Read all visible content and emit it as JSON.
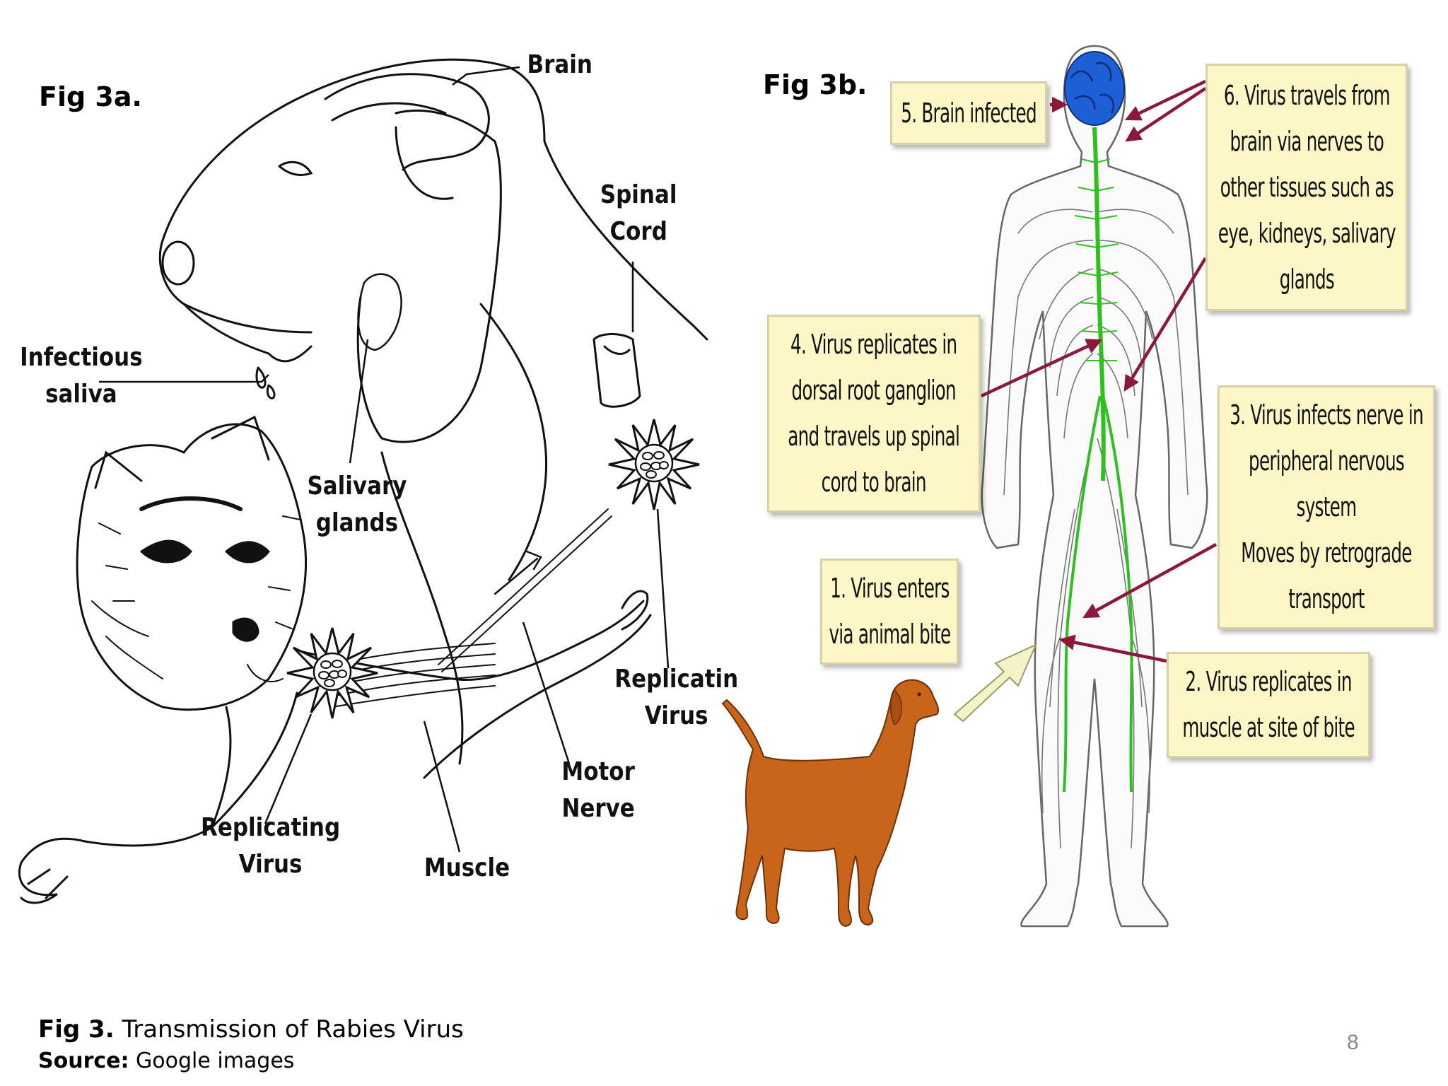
{
  "fig3a": {
    "label": "Fig 3a.",
    "labels": {
      "brain": "Brain",
      "spinal_cord": [
        "Spinal",
        "Cord"
      ],
      "infectious_saliva": [
        "Infectious",
        "saliva"
      ],
      "salivary_glands": [
        "Salivary",
        "glands"
      ],
      "replicating_virus_right": [
        "Replicatin",
        "Virus"
      ],
      "motor_nerve": [
        "Motor",
        "Nerve"
      ],
      "replicating_virus_left": [
        "Replicating",
        "Virus"
      ],
      "muscle": "Muscle"
    }
  },
  "fig3b": {
    "label": "Fig 3b.",
    "steps": {
      "step1": [
        "1. Virus enters",
        "via animal bite"
      ],
      "step2": [
        "2. Virus replicates in",
        "muscle at site of bite"
      ],
      "step3": [
        "3. Virus infects nerve in",
        "peripheral nervous",
        "system",
        "Moves by retrograde",
        "transport"
      ],
      "step4": [
        "4. Virus replicates in",
        "dorsal root ganglion",
        "and travels up spinal",
        "cord to brain"
      ],
      "step5": [
        "5. Brain  infected"
      ],
      "step6": [
        "6. Virus travels from",
        "brain via nerves to",
        "other tissues such as",
        "eye, kidneys, salivary",
        "glands"
      ]
    },
    "colors": {
      "box_fill": "#fdf7c7",
      "arrow": "#8b1a3a",
      "nerve": "#2fbf1f",
      "brain": "#1f5fd6",
      "dog": "#c8651a"
    }
  },
  "caption": {
    "fig_bold": "Fig 3.",
    "fig_text": " Transmission of Rabies Virus",
    "source_bold": "Source:",
    "source_text": " Google images"
  },
  "page_number": "8"
}
